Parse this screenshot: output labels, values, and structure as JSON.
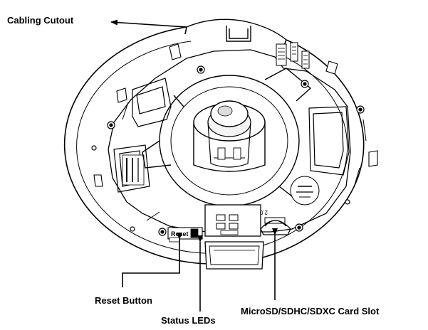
{
  "callouts": {
    "cabling_cutout": "Cabling Cutout",
    "reset_button": "Reset Button",
    "status_leds": "Status LEDs",
    "card_slot": "MicroSD/SDHC/SDXC Card Slot"
  },
  "printed_marks": {
    "reset_text": "Reset",
    "version_text": "2.0"
  },
  "colors": {
    "line": "#000000",
    "background": "#ffffff"
  }
}
